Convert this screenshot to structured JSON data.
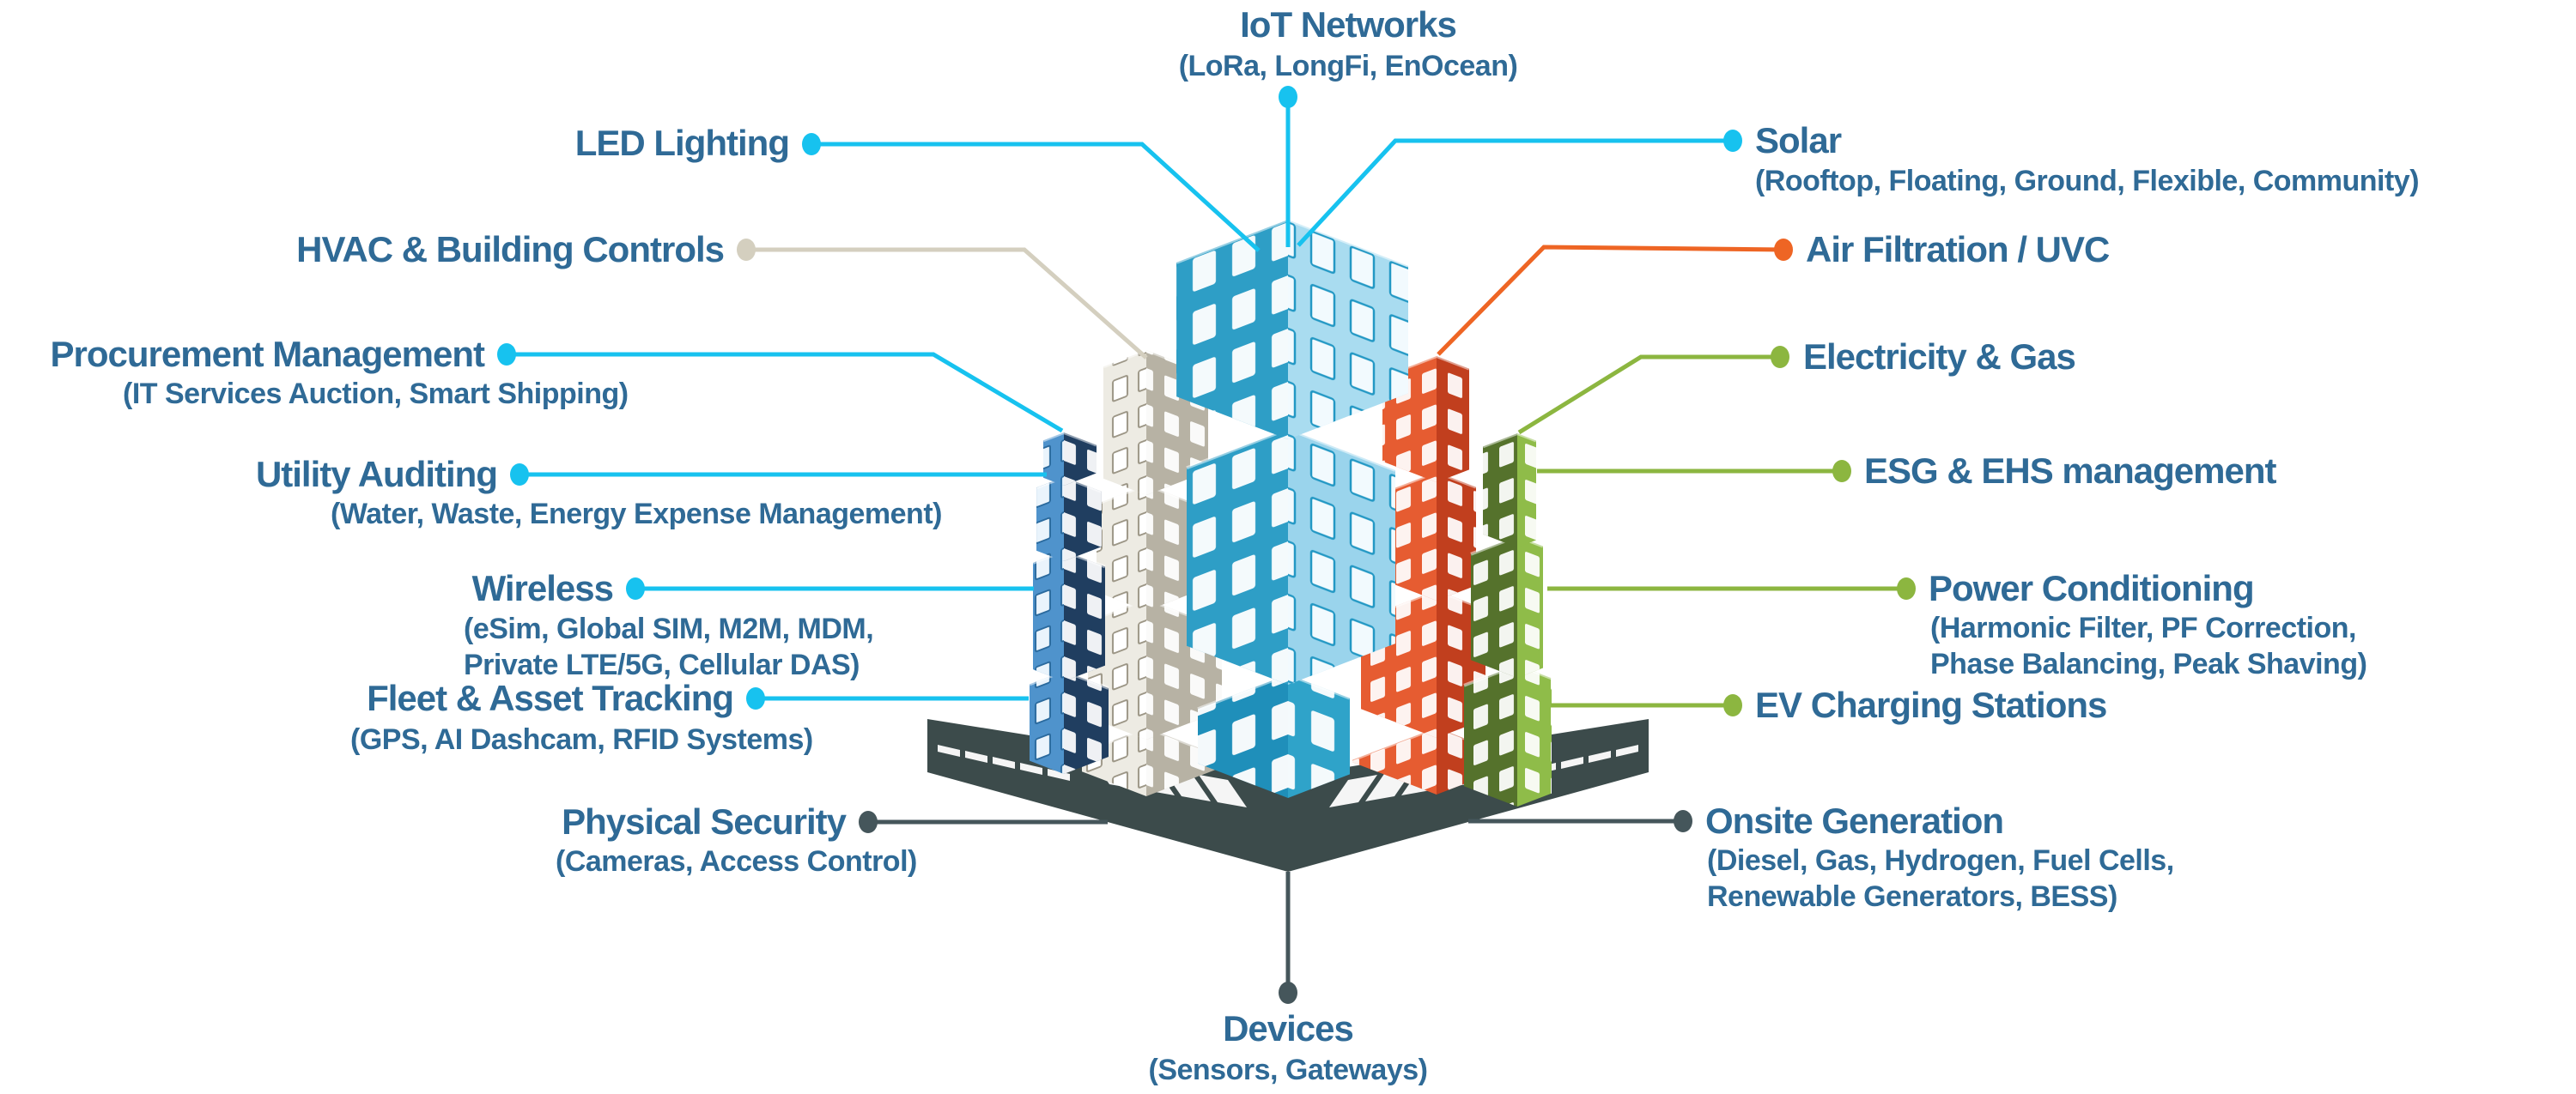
{
  "colors": {
    "text_blue": "#2F6A96",
    "cyan": "#17C2EF",
    "beige": "#D4CFBF",
    "orange": "#EE6524",
    "green": "#8CB640",
    "slate": "#45565B"
  },
  "labels": {
    "iot": {
      "title": "IoT Networks",
      "sub": "(LoRa, LongFi, EnOcean)"
    },
    "led": {
      "title": "LED Lighting"
    },
    "hvac": {
      "title": "HVAC & Building Controls"
    },
    "procurement": {
      "title": "Procurement Management",
      "sub": "(IT Services Auction, Smart Shipping)"
    },
    "utility": {
      "title": "Utility Auditing",
      "sub": "(Water, Waste, Energy Expense Management)"
    },
    "wireless": {
      "title": "Wireless",
      "sub1": "(eSim, Global SIM, M2M, MDM,",
      "sub2": "Private LTE/5G, Cellular DAS)"
    },
    "fleet": {
      "title": "Fleet & Asset Tracking",
      "sub": "(GPS, AI Dashcam, RFID Systems)"
    },
    "physical": {
      "title": "Physical Security",
      "sub": "(Cameras, Access Control)"
    },
    "devices": {
      "title": "Devices",
      "sub": "(Sensors, Gateways)"
    },
    "solar": {
      "title": "Solar",
      "sub": "(Rooftop, Floating, Ground, Flexible, Community)"
    },
    "air_filtration": {
      "title": "Air Filtration / UVC"
    },
    "electricity": {
      "title": "Electricity & Gas"
    },
    "esg": {
      "title": "ESG & EHS management"
    },
    "power": {
      "title": "Power Conditioning",
      "sub1": "(Harmonic Filter, PF Correction,",
      "sub2": "Phase Balancing, Peak Shaving)"
    },
    "ev": {
      "title": "EV Charging Stations"
    },
    "onsite": {
      "title": "Onsite Generation",
      "sub1": "(Diesel, Gas, Hydrogen, Fuel Cells,",
      "sub2": "Renewable Generators, BESS)"
    }
  }
}
